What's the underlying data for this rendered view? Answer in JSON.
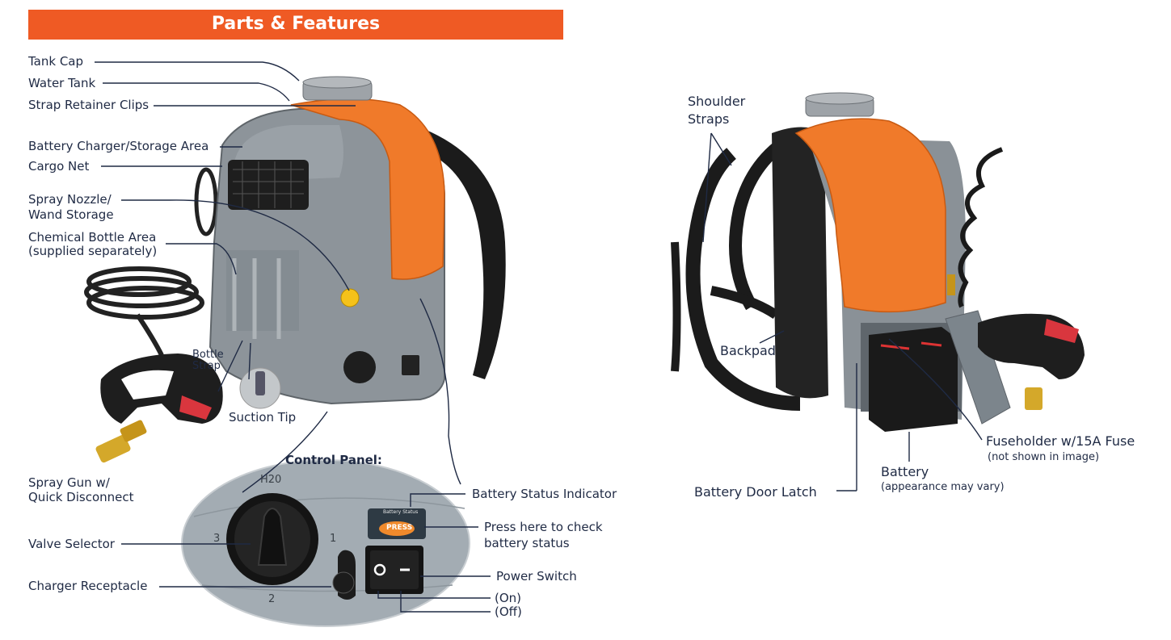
{
  "banner": {
    "title": "Parts & Features"
  },
  "left_labels": {
    "tank_cap": "Tank Cap",
    "water_tank": "Water Tank",
    "strap_retainer_clips": "Strap Retainer Clips",
    "battery_charger_storage": "Battery Charger/Storage Area",
    "cargo_net": "Cargo Net",
    "spray_nozzle_line1": "Spray Nozzle/",
    "spray_nozzle_line2": "Wand Storage",
    "chemical_bottle_line1": "Chemical Bottle Area",
    "chemical_bottle_line2": "(supplied separately)",
    "bottle_strap_line1": "Bottle",
    "bottle_strap_line2": "Strap",
    "suction_tip": "Suction Tip",
    "spray_gun_line1": "Spray Gun w/",
    "spray_gun_line2": "Quick Disconnect",
    "valve_selector": "Valve Selector",
    "charger_receptacle": "Charger Receptacle"
  },
  "control_panel": {
    "title": "Control Panel:",
    "h2o": "H20",
    "dial_1": "1",
    "dial_2": "2",
    "dial_3": "3",
    "battery_status_small": "Battery Status",
    "press_button": "PRESS",
    "battery_status_indicator": "Battery Status Indicator",
    "press_line1": "Press here to check",
    "press_line2": "battery status",
    "power_switch": "Power Switch",
    "on": "(On)",
    "off": "(Off)"
  },
  "right_labels": {
    "shoulder_line1": "Shoulder",
    "shoulder_line2": "Straps",
    "backpad": "Backpad",
    "fuseholder": "Fuseholder w/15A Fuse",
    "fuseholder_note": "(not shown in image)",
    "battery": "Battery",
    "battery_note": "(appearance may vary)",
    "battery_door_latch": "Battery Door Latch"
  },
  "colors": {
    "banner": "#ef5a24",
    "tank": "#f07a2a",
    "body": "#8c9399",
    "text": "#1f2a44"
  }
}
